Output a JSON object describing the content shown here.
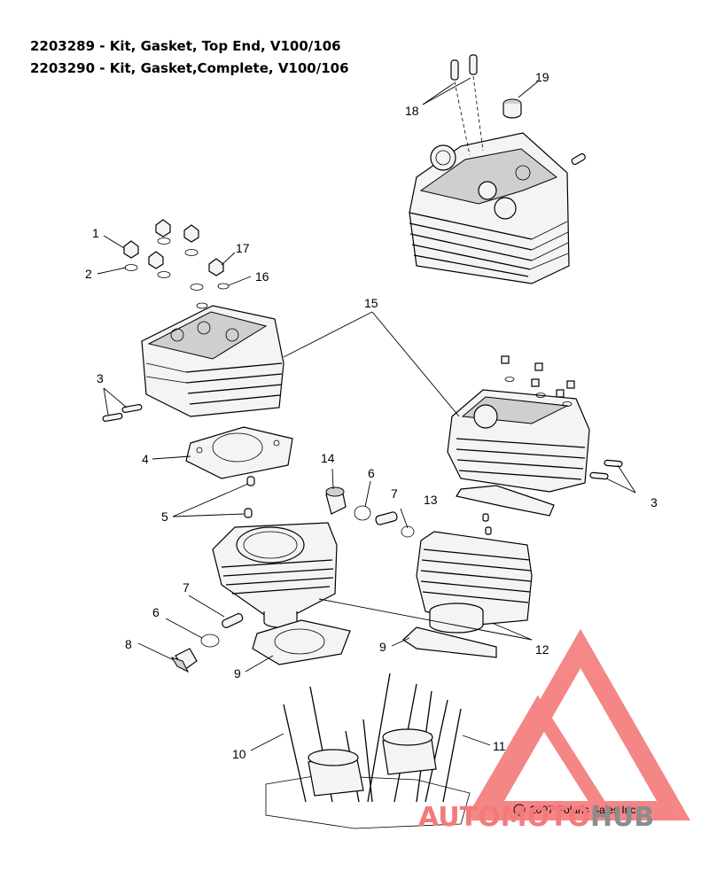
{
  "titles": {
    "line1": "2203289 - Kit, Gasket, Top End, V100/106",
    "line2": "2203290 - Kit, Gasket,Complete, V100/106"
  },
  "callouts": [
    {
      "id": "1",
      "label": "1"
    },
    {
      "id": "2",
      "label": "2"
    },
    {
      "id": "3a",
      "label": "3"
    },
    {
      "id": "3b",
      "label": "3"
    },
    {
      "id": "4",
      "label": "4"
    },
    {
      "id": "5",
      "label": "5"
    },
    {
      "id": "6a",
      "label": "6"
    },
    {
      "id": "6b",
      "label": "6"
    },
    {
      "id": "7a",
      "label": "7"
    },
    {
      "id": "7b",
      "label": "7"
    },
    {
      "id": "8",
      "label": "8"
    },
    {
      "id": "9a",
      "label": "9"
    },
    {
      "id": "9b",
      "label": "9"
    },
    {
      "id": "10",
      "label": "10"
    },
    {
      "id": "11",
      "label": "11"
    },
    {
      "id": "12",
      "label": "12"
    },
    {
      "id": "13",
      "label": "13"
    },
    {
      "id": "14",
      "label": "14"
    },
    {
      "id": "15",
      "label": "15"
    },
    {
      "id": "16",
      "label": "16"
    },
    {
      "id": "17",
      "label": "17"
    },
    {
      "id": "18",
      "label": "18"
    },
    {
      "id": "19",
      "label": "19"
    }
  ],
  "copyright": "2007 Polaris Sales Inc.",
  "watermark": {
    "part1": "AUTOMOTO",
    "part2": "HUB",
    "accent": "#f47a7a",
    "gray": "#8c8c8c"
  }
}
